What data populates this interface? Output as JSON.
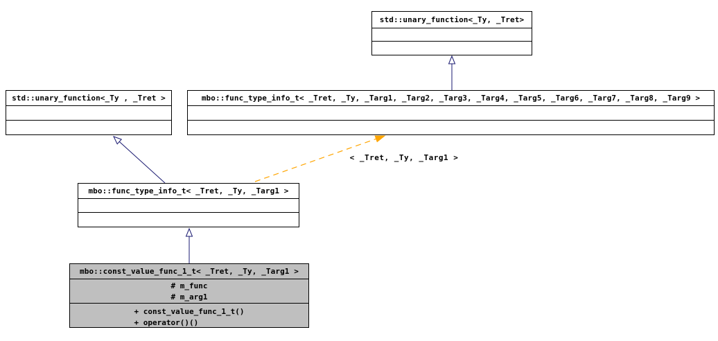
{
  "nodes": {
    "unary_function_top": {
      "title": "std::unary_function<_Ty, _Tret>"
    },
    "unary_function_left": {
      "title": "std::unary_function<_Ty , _Tret >"
    },
    "func_type_info_general": {
      "title": "mbo::func_type_info_t< _Tret, _Ty, _Targ1, _Targ2, _Targ3, _Targ4, _Targ5, _Targ6, _Targ7, _Targ8, _Targ9 >"
    },
    "func_type_info_instance": {
      "title": "mbo::func_type_info_t< _Tret, _Ty, _Targ1 >"
    },
    "const_value_func_1_t": {
      "title": "mbo::const_value_func_1_t< _Tret, _Ty, _Targ1 >",
      "attributes": [
        "# m_func",
        "# m_arg1"
      ],
      "methods": [
        "+ const_value_func_1_t()",
        "+ operator()()"
      ]
    }
  },
  "edges": {
    "template_instantiation_label": "< _Tret, _Ty, _Targ1 >"
  },
  "colors": {
    "background": "#ffffff",
    "node_border": "#000000",
    "node_fill": "#ffffff",
    "highlighted_node_fill": "#bfbfbf",
    "text": "#000000",
    "inheritance_arrow": "#191970",
    "template_arrow": "#ffa500"
  }
}
